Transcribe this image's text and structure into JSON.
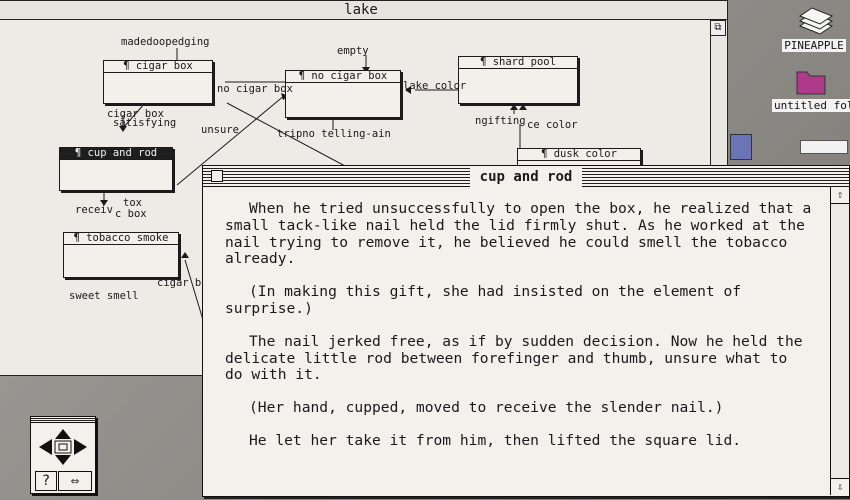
{
  "map_window": {
    "title": "lake",
    "spaces": [
      {
        "id": "cigar-box",
        "title": "¶ cigar box",
        "selected": false
      },
      {
        "id": "no-cigar-box",
        "title": "¶ no cigar box",
        "selected": false
      },
      {
        "id": "shard-pool",
        "title": "¶ shard pool",
        "selected": false
      },
      {
        "id": "cup-and-rod",
        "title": "¶ cup and rod",
        "selected": true
      },
      {
        "id": "tobacco-smoke",
        "title": "¶ tobacco smoke",
        "selected": false
      },
      {
        "id": "dusk-color",
        "title": "¶ dusk color",
        "selected": false
      }
    ],
    "link_labels": [
      "madedoopedging",
      "empty",
      "no cigar box",
      "lake color",
      "cigar box",
      "satisfying",
      "unsure",
      "tripno telling-ain",
      "ngifting",
      "ce color",
      "receiv",
      "tox",
      "c box",
      "sweet smell",
      "cigar b"
    ]
  },
  "desktop": {
    "icons": [
      {
        "name": "disk-icon",
        "label": "PINEAPPLE"
      },
      {
        "name": "folder-icon",
        "label": "untitled fold"
      }
    ]
  },
  "text_window": {
    "title": "cup and rod",
    "paragraphs": [
      "When he tried unsuccessfully to open the box, he realized that a small tack-like nail held the lid firmly shut.  As he worked at the nail trying to remove it, he believed he could smell the tobacco already.",
      "(In making this gift, she had insisted on the element of surprise.)",
      "The nail jerked free, as if by sudden decision.  Now he held the delicate little rod between forefinger and thumb, unsure what to do with it.",
      "(Her hand, cupped, moved to receive the slender nail.)",
      "He let her take it from him, then lifted the square lid."
    ]
  },
  "navigator": {
    "help_label": "?",
    "swap_label": "⇔"
  },
  "colors": {
    "desktop": "#8e8c87",
    "window": "#ecebe6",
    "ink": "#1b1b1b"
  }
}
